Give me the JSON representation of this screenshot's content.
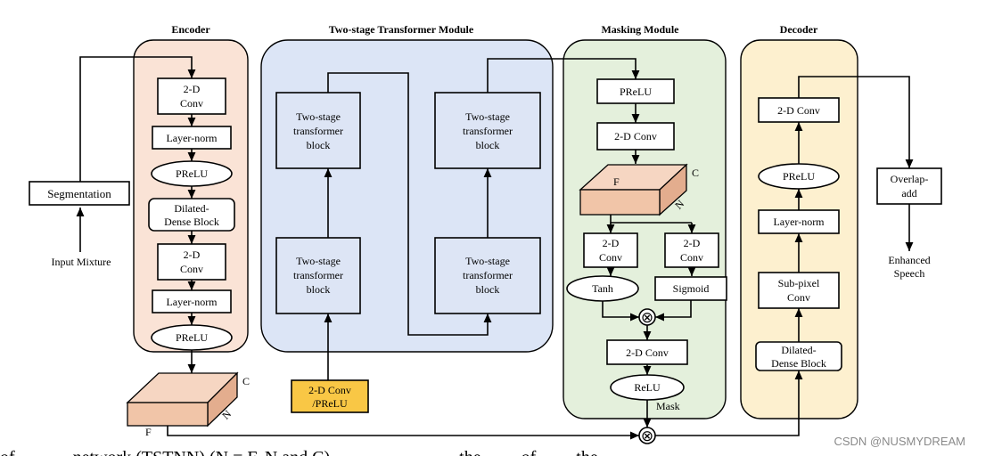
{
  "sections": {
    "encoder": "Encoder",
    "transformer": "Two-stage Transformer Module",
    "masking": "Masking Module",
    "decoder": "Decoder"
  },
  "colors": {
    "encoder_bg": "#fae3d6",
    "transformer_bg": "#dce5f6",
    "masking_bg": "#e4f0dc",
    "decoder_bg": "#fdf0cf",
    "tensor_face": "#f1c5a8",
    "conv_prelu_box": "#f9c745"
  },
  "segmentation": "Segmentation",
  "input_mixture": "Input Mixture",
  "encoder": {
    "conv1": [
      "2-D",
      "Conv"
    ],
    "layernorm1": "Layer-norm",
    "prelu1": "PReLU",
    "dense": [
      "Dilated-",
      "Dense Block"
    ],
    "conv2": [
      "2-D",
      "Conv"
    ],
    "layernorm2": "Layer-norm",
    "prelu2": "PReLU"
  },
  "encoder_tensor": {
    "c": "C",
    "n": "N",
    "f": "F"
  },
  "transformer": {
    "block": [
      "Two-stage",
      "transformer",
      "block"
    ],
    "conv_prelu": [
      "2-D Conv",
      "/PReLU"
    ]
  },
  "masking": {
    "prelu": "PReLU",
    "conv": "2-D Conv",
    "tensor": {
      "c": "C",
      "n": "N",
      "f": "F"
    },
    "conv_left": [
      "2-D",
      "Conv"
    ],
    "conv_right": [
      "2-D",
      "Conv"
    ],
    "tanh": "Tanh",
    "sigmoid": "Sigmoid",
    "multiply": "⊗",
    "conv_bottom": "2-D Conv",
    "relu": "ReLU",
    "mask": "Mask"
  },
  "decoder": {
    "conv": "2-D Conv",
    "prelu": "PReLU",
    "layernorm": "Layer-norm",
    "subpixel": [
      "Sub-pixel",
      "Conv"
    ],
    "dense": [
      "Dilated-",
      "Dense Block"
    ]
  },
  "overlap_add": [
    "Overlap-",
    "add"
  ],
  "enhanced_speech": [
    "Enhanced",
    "Speech"
  ],
  "bottom_multiply": "⊗",
  "caption_fragment": "of ... ... ... network (TSTNN) (N = F, N and C) ... ... ... ... ... ... ... the ... ... of ... ... the ... ... ...",
  "watermark": "CSDN @NUSMYDREAM"
}
